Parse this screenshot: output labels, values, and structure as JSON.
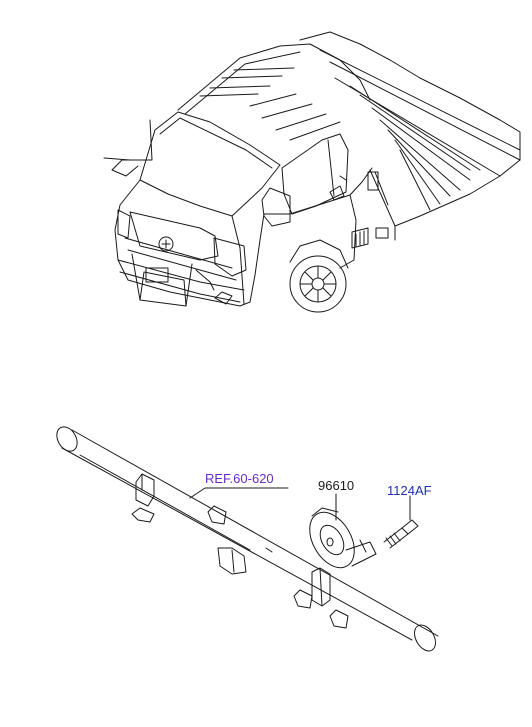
{
  "labels": {
    "ref": "REF.60-620",
    "horn_part": "96610",
    "bolt_part": "1124AF"
  },
  "colors": {
    "line": "#1a1a1a",
    "label_blue": "#1f2fb0",
    "label_purple": "#6a2cc8",
    "background": "#ffffff"
  }
}
